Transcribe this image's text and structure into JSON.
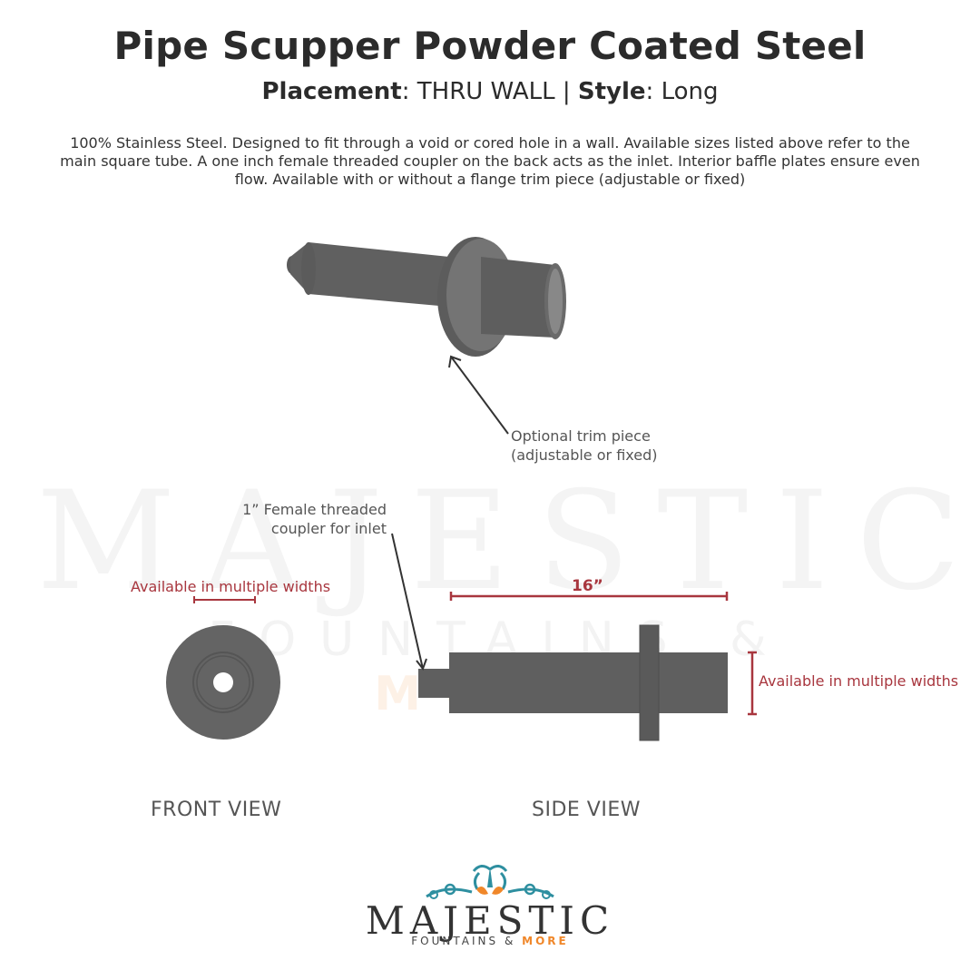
{
  "header": {
    "title": "Pipe Scupper Powder Coated Steel",
    "placement_label": "Placement",
    "placement_value": ": THRU WALL | ",
    "style_label": "Style",
    "style_value": ": Long"
  },
  "description": "100% Stainless Steel. Designed to fit through a void or cored hole in a wall. Available sizes listed above refer to the main square tube. A one inch female threaded coupler on the back acts as the inlet. Interior baffle plates ensure even flow. Available with or without a flange trim piece (adjustable or fixed)",
  "diagram": {
    "trim_callout_line1": "Optional trim piece",
    "trim_callout_line2": "(adjustable or fixed)",
    "coupler_callout_line1": "1” Female threaded",
    "coupler_callout_line2": "coupler for inlet",
    "front_width_label": "Available in multiple widths",
    "length_label": "16”",
    "side_width_label": "Available in multiple widths",
    "front_view_label": "FRONT VIEW",
    "side_view_label": "SIDE VIEW",
    "colors": {
      "pipe_gray": "#5f5f5f",
      "annotation_red": "#a8363e",
      "arrow": "#333333"
    }
  },
  "watermark": {
    "main": "MAJESTIC",
    "sub": "FOUNTAINS & ",
    "sub_accent": "MORE"
  },
  "logo": {
    "name": "MAJESTIC",
    "tagline": "FOUNTAINS & ",
    "tagline_accent": "MORE",
    "colors": {
      "teal": "#2e8fa0",
      "orange": "#f0872a"
    }
  }
}
